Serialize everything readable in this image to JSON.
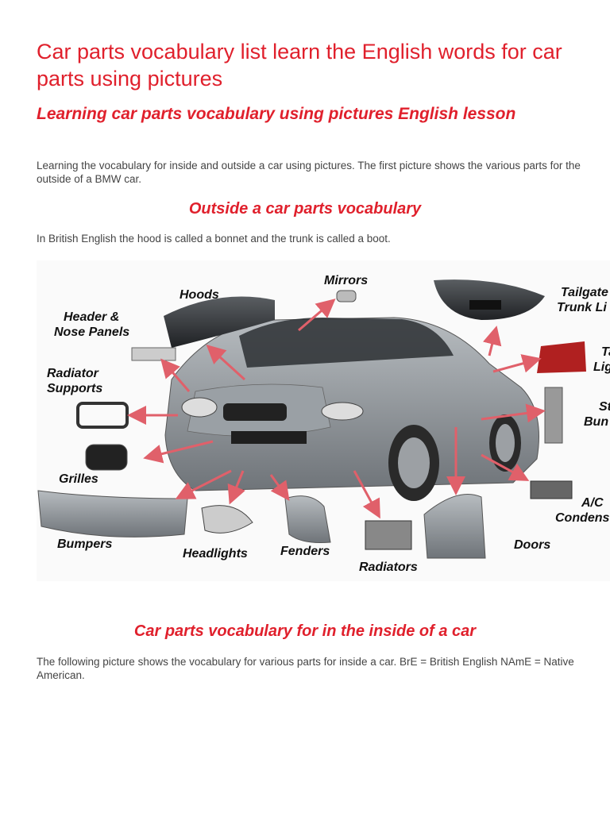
{
  "page": {
    "title": "Car parts vocabulary list learn the English words for car parts using pictures",
    "subtitle": "Learning car parts vocabulary using pictures English lesson",
    "intro": "Learning the vocabulary for inside and outside a car using pictures. The first picture shows the various parts for the outside of a BMW car.",
    "outside_heading": "Outside a car parts vocabulary",
    "outside_note": "In British English the hood is called a bonnet and the trunk is called a boot.",
    "inside_heading": "Car parts vocabulary for in the inside of a car",
    "inside_note": "The following picture shows the vocabulary for various parts for inside a car. BrE = British English NAmE = Native American."
  },
  "figure": {
    "labels": {
      "hoods": "Hoods",
      "mirrors": "Mirrors",
      "tailgate_1": "Tailgate",
      "tailgate_2": "Trunk Li",
      "header_1": "Header &",
      "header_2": "Nose Panels",
      "radiator_supports_1": "Radiator",
      "radiator_supports_2": "Supports",
      "tail_1": "Ta",
      "tail_2": "Lig",
      "bumper_r_1": "St",
      "bumper_r_2": "Bun",
      "grilles": "Grilles",
      "ac_1": "A/C",
      "ac_2": "Condens",
      "bumpers": "Bumpers",
      "headlights": "Headlights",
      "fenders": "Fenders",
      "radiators": "Radiators",
      "doors": "Doors"
    },
    "colors": {
      "arrow": "#e0606a",
      "car": "#8a8f94",
      "part": "#3a3d40"
    }
  }
}
